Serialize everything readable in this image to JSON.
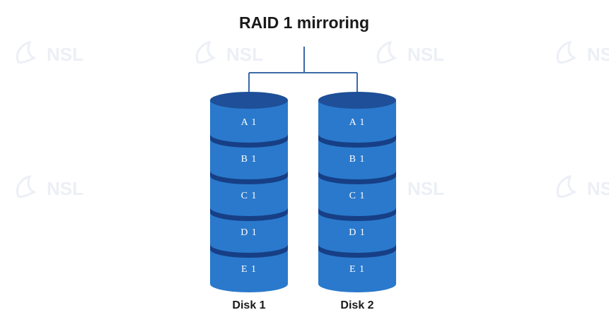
{
  "title": "RAID 1 mirroring",
  "watermark": "NSL",
  "colors": {
    "cylinder_body": "#2a79cc",
    "cylinder_top": "#1e4f98",
    "band": "#173f86",
    "connector": "#3b6aa8",
    "label_text": "#ffffff"
  },
  "disks": [
    {
      "name": "Disk 1",
      "blocks": [
        "A1",
        "B1",
        "C1",
        "D1",
        "E1"
      ]
    },
    {
      "name": "Disk 2",
      "blocks": [
        "A1",
        "B1",
        "C1",
        "D1",
        "E1"
      ]
    }
  ]
}
